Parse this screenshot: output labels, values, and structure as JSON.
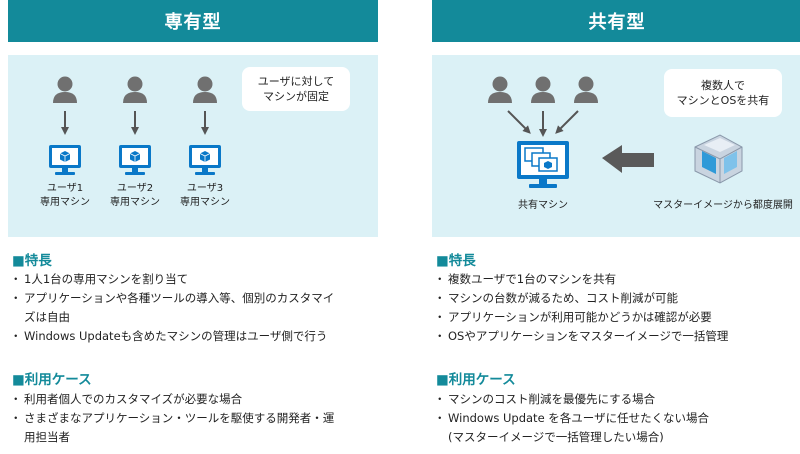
{
  "left": {
    "title": "専有型",
    "callout": [
      "ユーザに対して",
      "マシンが固定"
    ],
    "machines": [
      {
        "line1": "ユーザ1",
        "line2": "専用マシン"
      },
      {
        "line1": "ユーザ2",
        "line2": "専用マシン"
      },
      {
        "line1": "ユーザ3",
        "line2": "専用マシン"
      }
    ],
    "features_title": "■特長",
    "features": [
      {
        "text": "1人1台の専用マシンを割り当て",
        "cont": ""
      },
      {
        "text": "アプリケーションや各種ツールの導入等、個別のカスタマイ",
        "cont": "ズは自由"
      },
      {
        "text": "Windows Updateも含めたマシンの管理はユーザ側で行う",
        "cont": ""
      }
    ],
    "usecases_title": "■利用ケース",
    "usecases": [
      {
        "text": "利用者個人でのカスタマイズが必要な場合",
        "cont": ""
      },
      {
        "text": "さまざまなアプリケーション・ツールを駆使する開発者・運",
        "cont": "用担当者"
      }
    ]
  },
  "right": {
    "title": "共有型",
    "callout": [
      "複数人で",
      "マシンとOSを共有"
    ],
    "shared_label": "共有マシン",
    "image_label": "マスターイメージから都度展開",
    "features_title": "■特長",
    "features": [
      {
        "text": "複数ユーザで1台のマシンを共有",
        "cont": ""
      },
      {
        "text": "マシンの台数が減るため、コスト削減が可能",
        "cont": ""
      },
      {
        "text": "アプリケーションが利用可能かどうかは確認が必要",
        "cont": ""
      },
      {
        "text": "OSやアプリケーションをマスターイメージで一括管理",
        "cont": ""
      }
    ],
    "usecases_title": "■利用ケース",
    "usecases": [
      {
        "text": "マシンのコスト削減を最優先にする場合",
        "cont": ""
      },
      {
        "text": "Windows Update を各ユーザに任せたくない場合",
        "cont": "(マスターイメージで一括管理したい場合)"
      }
    ]
  },
  "colors": {
    "header": "#138a9a",
    "panel": "#dbf1f6",
    "person": "#707070",
    "monitor": "#0a78c8",
    "big_arrow": "#5a5a5a",
    "section_title": "#138a9a"
  },
  "icons": [
    "person-icon",
    "monitor-icon",
    "down-arrow-icon",
    "left-arrow-icon",
    "master-image-icon"
  ]
}
